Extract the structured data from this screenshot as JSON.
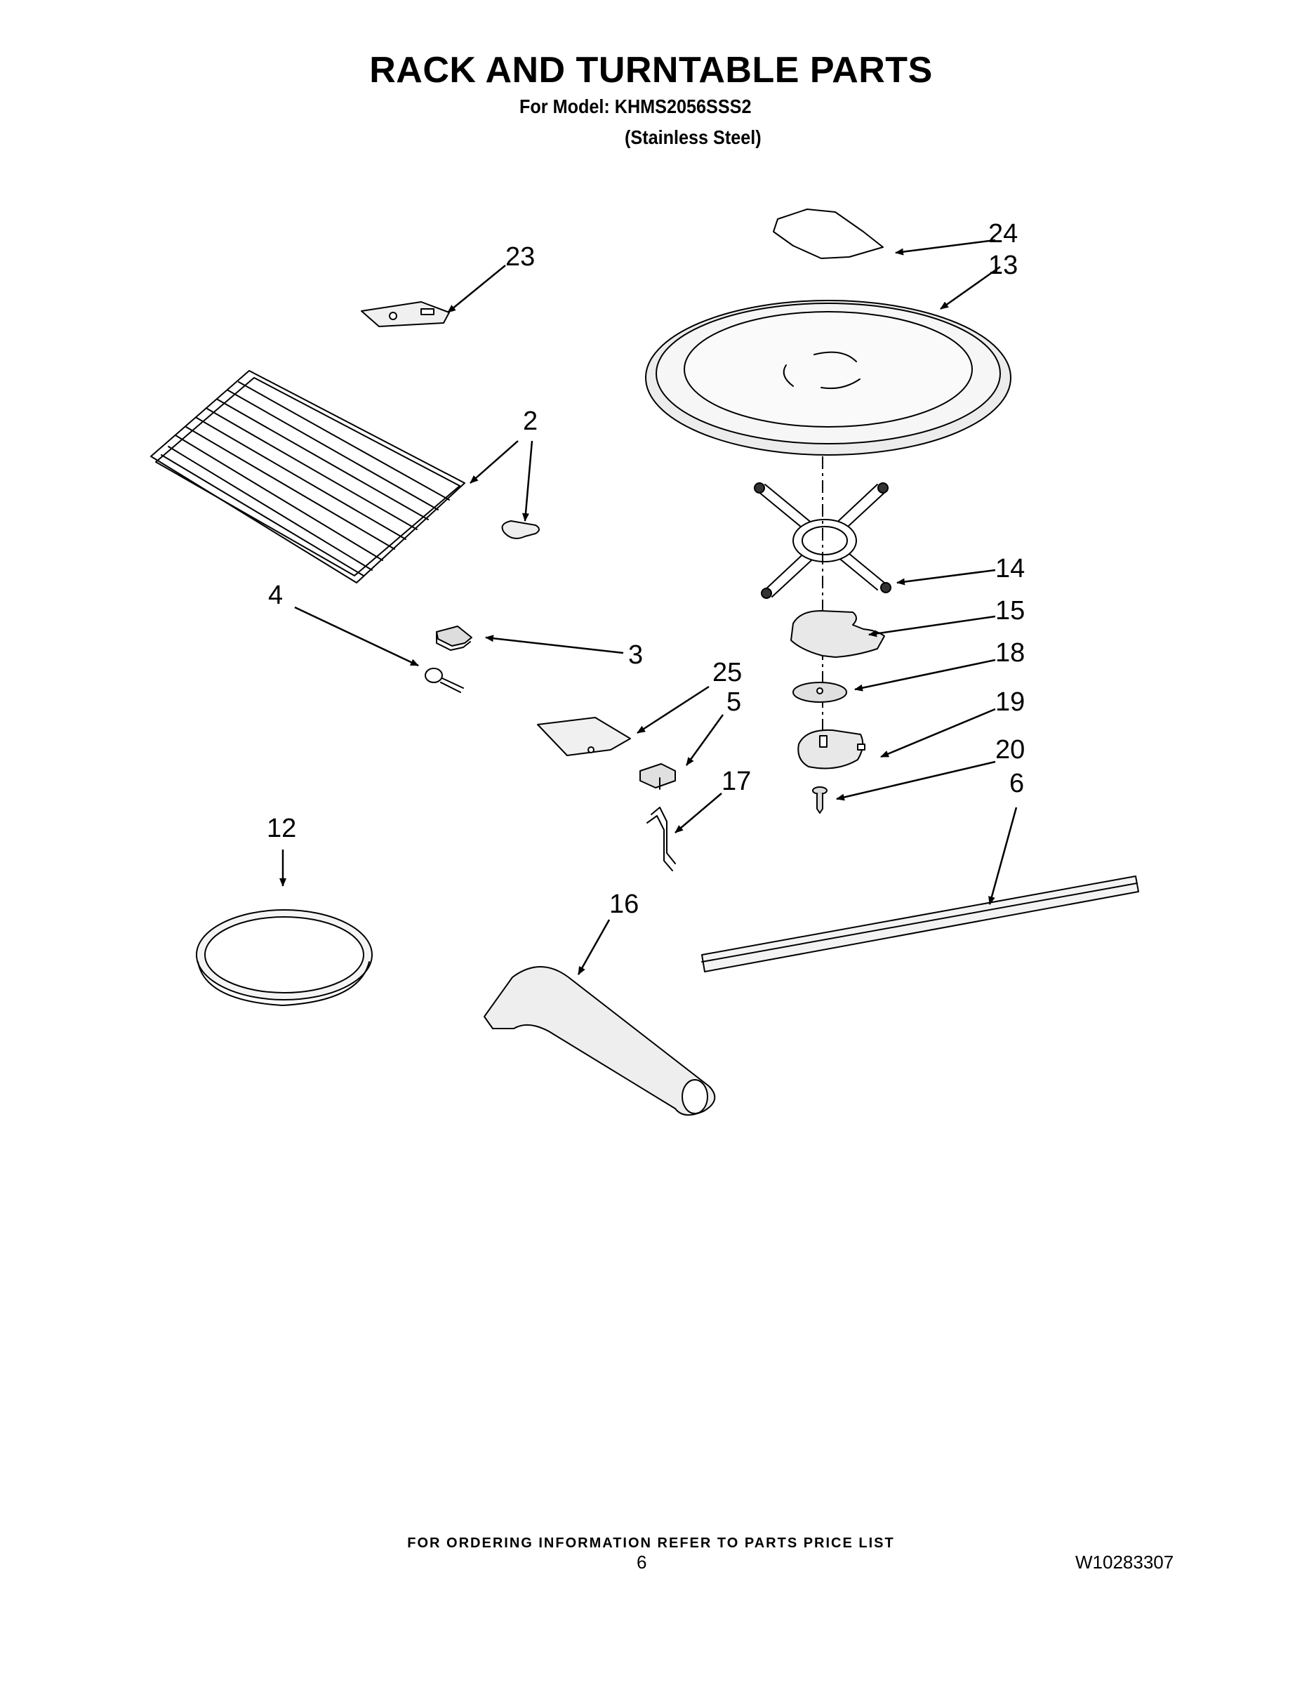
{
  "header": {
    "title": "RACK AND TURNTABLE PARTS",
    "model_line": "For Model: KHMS2056SSS2",
    "finish_line": "(Stainless Steel)"
  },
  "callouts": [
    "24",
    "13",
    "23",
    "2",
    "14",
    "4",
    "15",
    "3",
    "18",
    "25",
    "5",
    "19",
    "20",
    "17",
    "6",
    "12",
    "16"
  ],
  "footer": {
    "ordering_note": "FOR ORDERING INFORMATION REFER TO PARTS PRICE LIST",
    "page_number": "6",
    "document_number": "W10283307"
  }
}
